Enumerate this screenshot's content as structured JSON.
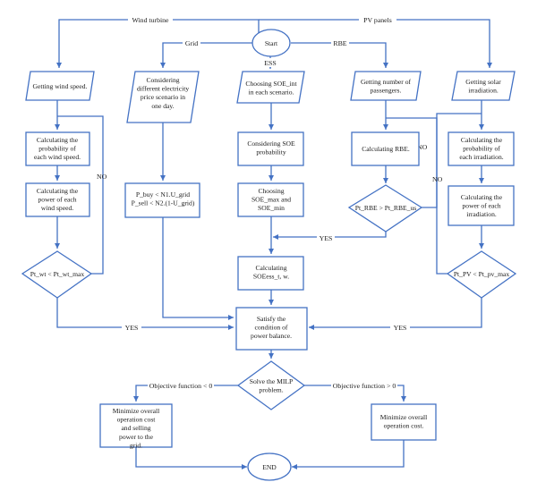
{
  "nodes": {
    "start": "Start",
    "wind_speed": "Getting wind speed.",
    "elec_price": "Considering different electricity price scenario in one day.",
    "soe_int": "Choosing SOE_int in each scenario.",
    "passengers": "Getting number of passengers.",
    "solar": "Getting solar irradiation.",
    "prob_wind": "Calculating the probability of each wind speed.",
    "power_wind": "Calculating the power of each wind speed.",
    "wt_check": "Pt_wt < Pt_wt_max",
    "grid_limits": "P_buy < N1.U_grid P_sell < N2.(1-U_grid)",
    "soe_prob": "Considering SOE probability",
    "soe_maxmin": "Choosing SOE_max and SOE_min",
    "soess": "Calculating SOEess_t, w.",
    "calc_rbe": "Calculating RBE.",
    "rbe_check": "Pt_RBE > Pt_RBE_us",
    "prob_irr": "Calculating the probability of each irradiation.",
    "power_irr": "Calculating the power of each irradiation.",
    "pv_check": "Pt_PV < Pt_pv_max",
    "balance": "Satisfy the condition of power balance.",
    "milp": "Solve the MILP problem.",
    "min_sell": "Minimize overall operation cost and selling power to the grid.",
    "min_cost": "Minimize overall operation cost.",
    "end": "END"
  },
  "edges": {
    "wind_turbine": "Wind turbine",
    "pv_panels": "PV panels",
    "grid": "Grid",
    "rbe": "RBE",
    "ess": "ESS",
    "no_wind": "NO",
    "no_rbe": "NO",
    "no_pv": "NO",
    "yes_rbe": "YES",
    "yes_wind": "YES",
    "yes_pv": "YES",
    "obj_neg": "Objective function < 0",
    "obj_pos": "Objective function > 0"
  }
}
